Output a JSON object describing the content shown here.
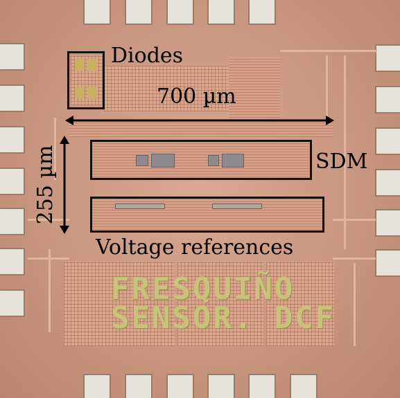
{
  "labels": {
    "diodes": "Diodes",
    "width": "700 µm",
    "sdm": "SDM",
    "height": "255 µm",
    "vref": "Voltage references"
  },
  "logo": {
    "line1": "FRESQUIÑO",
    "line2": "SENSOR. DCF"
  },
  "colors": {
    "die": "#c9977f",
    "pad": "#e6e2dc",
    "annotation": "#111111",
    "logo": "#c8c27a"
  }
}
